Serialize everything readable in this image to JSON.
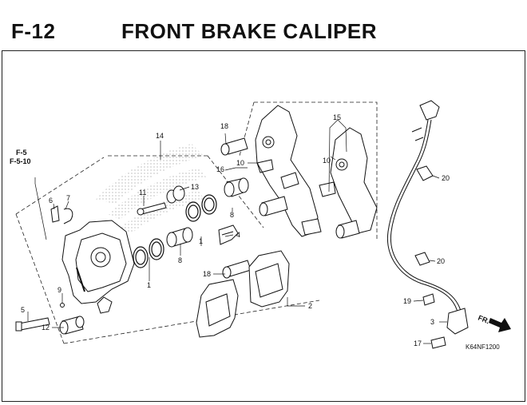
{
  "header": {
    "code": "F-12",
    "title": "FRONT BRAKE CALIPER"
  },
  "references": [
    "F-5",
    "F-5-10"
  ],
  "parts": {
    "p1a": "1",
    "p1b": "1",
    "p2": "2",
    "p3": "3",
    "p4": "4",
    "p5": "5",
    "p6": "6",
    "p7": "7",
    "p8a": "8",
    "p8b": "8",
    "p9": "9",
    "p10a": "10",
    "p10b": "10",
    "p11": "11",
    "p12": "12",
    "p13": "13",
    "p14": "14",
    "p15": "15",
    "p16": "16",
    "p17": "17",
    "p18a": "18",
    "p18b": "18",
    "p19": "19",
    "p20a": "20",
    "p20b": "20"
  },
  "direction_label": "FR.",
  "diagram_code": "K64NF1200"
}
